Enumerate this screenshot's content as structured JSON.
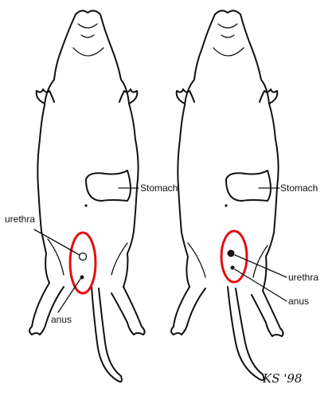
{
  "labels": {
    "left_stomach": "Stomach",
    "left_urethra": "urethra",
    "left_anus": "anus",
    "right_stomach": "Stomach",
    "right_urethra": "urethra",
    "right_anus": "anus"
  },
  "signature": "KS '98",
  "colors": {
    "highlight_ellipse": "#e01010",
    "ink": "#111111"
  }
}
